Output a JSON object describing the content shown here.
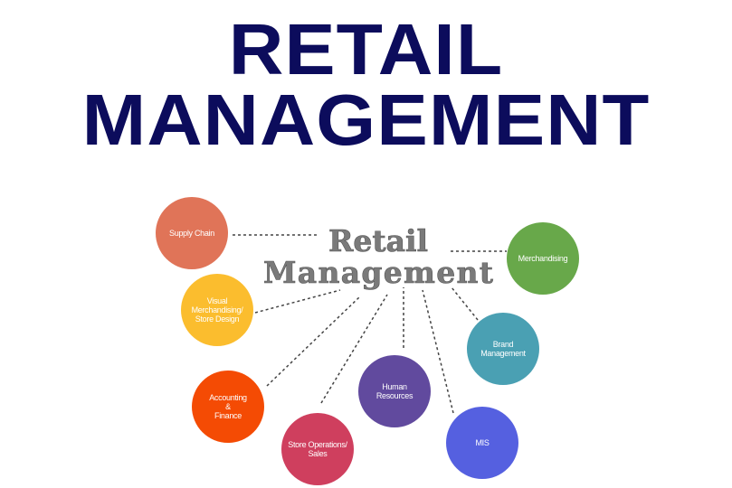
{
  "title": {
    "line1": "RETAIL",
    "line2": "MANAGEMENT"
  },
  "diagram": {
    "center": {
      "line1": "Retail",
      "line2": "Management"
    },
    "nodes": [
      {
        "label": "Supply Chain",
        "color": "#e07458"
      },
      {
        "label": "Visual\nMerchandising/\nStore Design",
        "color": "#fbbd2e"
      },
      {
        "label": "Accounting\n&\nFinance",
        "color": "#f44b04"
      },
      {
        "label": "Store Operations/\nSales",
        "color": "#cf3f5e"
      },
      {
        "label": "Human\nResources",
        "color": "#614a9e"
      },
      {
        "label": "MIS",
        "color": "#5560e0"
      },
      {
        "label": "Brand\nManagement",
        "color": "#4aa0b3"
      },
      {
        "label": "Merchandising",
        "color": "#68a84a"
      }
    ]
  }
}
